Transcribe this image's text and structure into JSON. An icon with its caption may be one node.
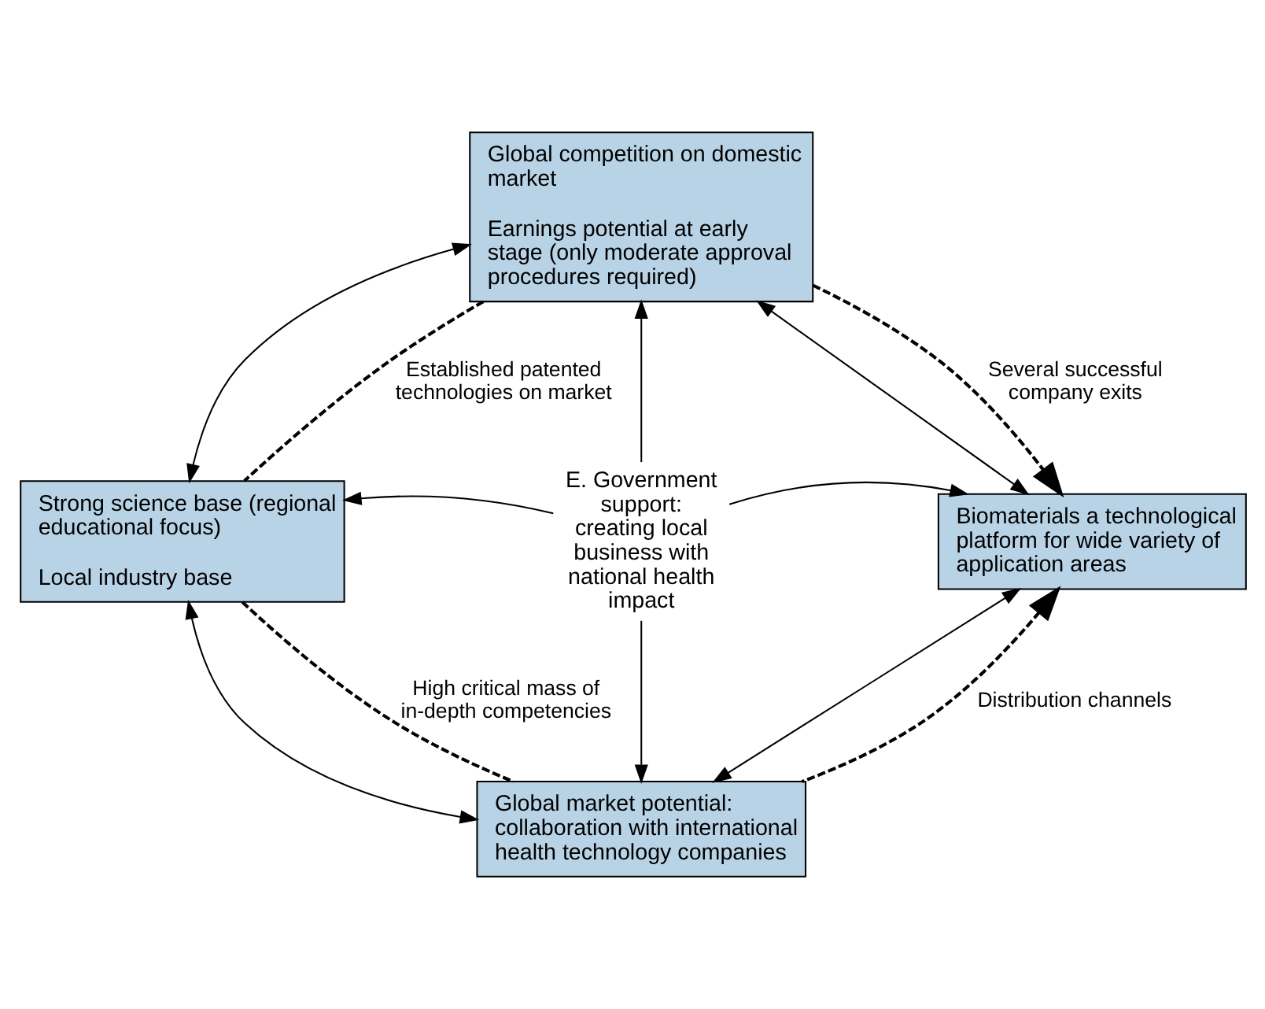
{
  "diagram": {
    "nodes": [
      {
        "text": [
          "Global competition on domestic market",
          "Earnings potential at early stage (only moderate approval procedures required)"
        ]
      },
      {
        "text": [
          "Strong science base (regional educational focus)",
          "Local industry base"
        ]
      },
      {
        "text": [
          "E. Government support: creating local business with national health impact"
        ]
      },
      {
        "text": [
          "Biomaterials a technological platform for wide variety of application areas"
        ]
      },
      {
        "text": [
          "Global market potential: collaboration with international health technology companies"
        ]
      }
    ],
    "edges": [
      {
        "from": 2,
        "to": 0,
        "arrow": "to"
      },
      {
        "from": 2,
        "to": 1,
        "arrow": "to"
      },
      {
        "from": 2,
        "to": 3,
        "arrow": "to"
      },
      {
        "from": 2,
        "to": 4,
        "arrow": "to"
      },
      {
        "from": 0,
        "to": 1,
        "arrow": "both"
      },
      {
        "from": 0,
        "to": 3,
        "arrow": "both"
      },
      {
        "from": 1,
        "to": 4,
        "arrow": "both"
      },
      {
        "from": 4,
        "to": 3,
        "arrow": "both"
      },
      {
        "from": 1,
        "to": 0,
        "arrow": "none",
        "label": "Established patented technologies on market",
        "style": "dashed"
      },
      {
        "from": 0,
        "to": 3,
        "arrow": "to",
        "label": "Several successful company exits",
        "style": "dashed"
      },
      {
        "from": 1,
        "to": 4,
        "arrow": "none",
        "label": "High critical mass of in-depth competencies",
        "style": "dashed"
      },
      {
        "from": 4,
        "to": 3,
        "arrow": "to",
        "label": "Distribution channels",
        "style": "dashed"
      }
    ]
  }
}
